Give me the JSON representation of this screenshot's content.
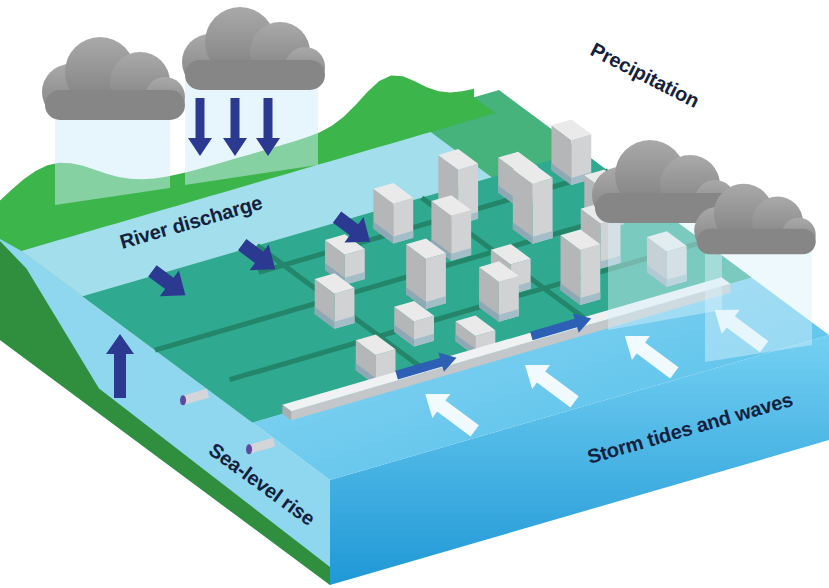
{
  "diagram": {
    "labels": [
      "River discharge",
      "Precipitation",
      "Storm tides and waves",
      "Sea-level rise"
    ]
  }
}
